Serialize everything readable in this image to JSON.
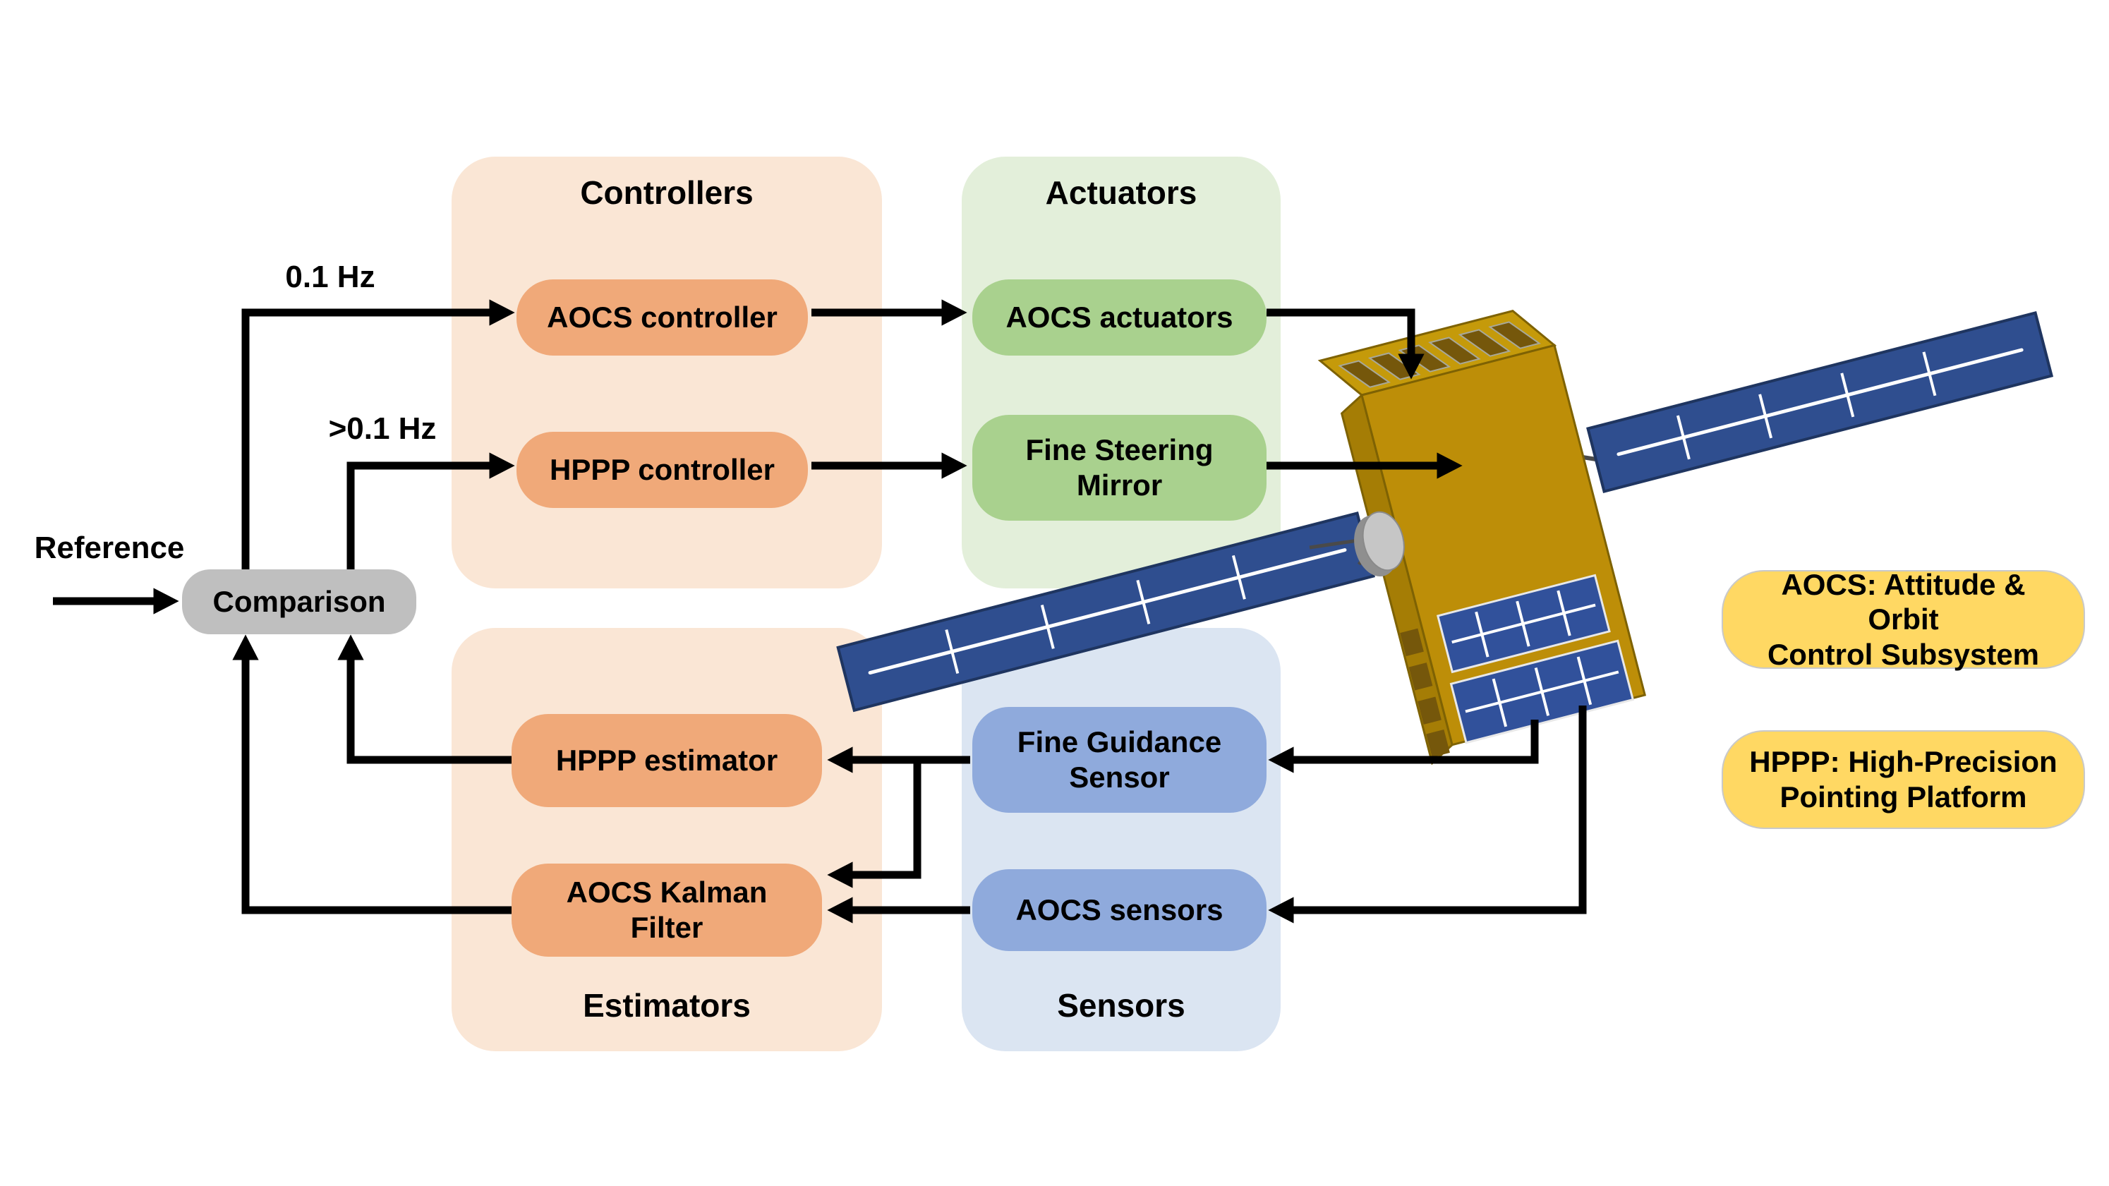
{
  "diagram": {
    "reference_label": "Reference",
    "comparison_label": "Comparison",
    "low_freq_label": "0.1 Hz",
    "high_freq_label": ">0.1 Hz"
  },
  "groups": {
    "controllers": {
      "title": "Controllers",
      "boxes": [
        "AOCS controller",
        "HPPP controller"
      ]
    },
    "actuators": {
      "title": "Actuators",
      "boxes": [
        "AOCS actuators",
        "Fine Steering Mirror"
      ]
    },
    "estimators": {
      "title": "Estimators",
      "boxes": [
        "HPPP estimator",
        "AOCS Kalman Filter"
      ]
    },
    "sensors": {
      "title": "Sensors",
      "boxes": [
        "Fine Guidance Sensor",
        "AOCS sensors"
      ]
    }
  },
  "legend": {
    "aocs": {
      "line1": "AOCS: Attitude & Orbit",
      "line2": "Control Subsystem"
    },
    "hppp": {
      "line1": "HPPP: High-Precision",
      "line2": "Pointing Platform"
    }
  },
  "colors": {
    "panel_orange": "#FAE6D5",
    "box_orange": "#F0A979",
    "panel_green": "#E3EFDA",
    "box_green": "#A9D18E",
    "panel_blue": "#DBE5F2",
    "box_blue": "#8FAADC",
    "comparison_gray": "#BFBFBF",
    "legend_yellow": "#FFD863",
    "arrow_black": "#000000",
    "satellite_gold": "#BD8E08",
    "solar_panel_blue": "#2F4E8F"
  }
}
